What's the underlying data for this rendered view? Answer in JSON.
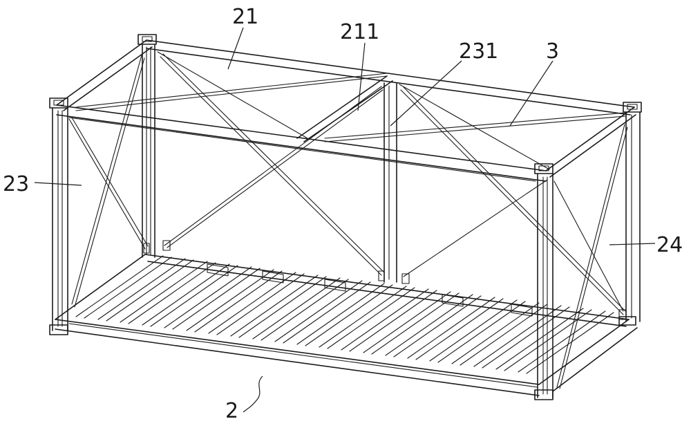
{
  "labels": {
    "top_frame": "21",
    "top_mid_beam": "211",
    "mid_brace": "231",
    "tie_rod": "3",
    "left_end": "23",
    "right_end": "24",
    "assembly": "2"
  }
}
